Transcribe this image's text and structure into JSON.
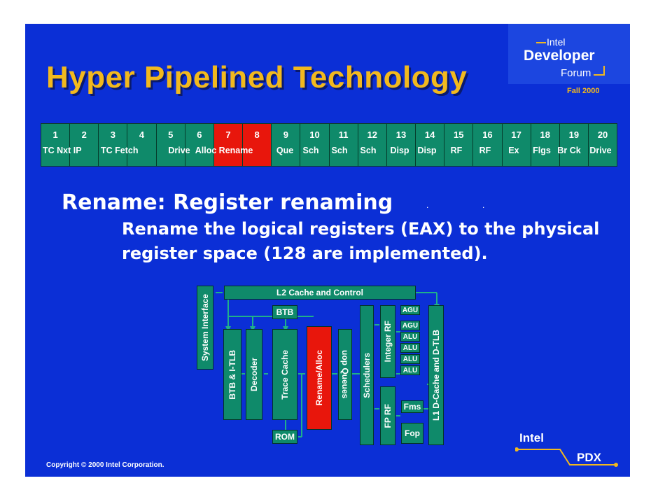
{
  "title": "Hyper Pipelined Technology",
  "idf_logo": {
    "small": "Intel",
    "big": "Developer",
    "forum": "Forum",
    "fall": "Fall 2000"
  },
  "pipeline": {
    "stages": [
      "1",
      "2",
      "3",
      "4",
      "5",
      "6",
      "7",
      "8",
      "9",
      "10",
      "11",
      "12",
      "13",
      "14",
      "15",
      "16",
      "17",
      "18",
      "19",
      "20"
    ],
    "highlight": [
      "7",
      "8"
    ],
    "labels": [
      "TC Nxt IP",
      "TC Fetch",
      "Drive",
      "Alloc",
      "Rename",
      "Que",
      "Sch",
      "Sch",
      "Sch",
      "Disp",
      "Disp",
      "RF",
      "RF",
      "Ex",
      "Flgs",
      "Br Ck",
      "Drive"
    ],
    "highlight_color": "#e8160c",
    "stage_color": "#0f8a6a"
  },
  "heading": "Rename: Register renaming",
  "body_lines": [
    "Rename the logical registers (EAX) to the physical",
    "register space (128 are implemented)."
  ],
  "diagram": {
    "l2": "L2 Cache and Control",
    "system_interface": "System Interface",
    "btb": "BTB",
    "btb_itlb": "BTB & I-TLB",
    "decoder": "Decoder",
    "trace_cache": "Trace Cache",
    "rename_alloc": "Rename/Alloc",
    "uop_queues": "uop Queues",
    "rom": "ROM",
    "schedulers": "Schedulers",
    "integer_rf": "Integer RF",
    "fp_rf": "FP RF",
    "units": [
      "AGU",
      "AGU",
      "ALU",
      "ALU",
      "ALU",
      "ALU"
    ],
    "fms": "Fms",
    "fop": "Fop",
    "l1": "L1 D-Cache and D-TLB"
  },
  "copyright": "Copyright © 2000 Intel Corporation.",
  "intel_pdx": {
    "intel": "Intel",
    "pdx": "PDX"
  },
  "colors": {
    "background": "#0b2fd6",
    "title": "#f2b91e",
    "block": "#0f8a6a",
    "accent_red": "#e8160c"
  }
}
